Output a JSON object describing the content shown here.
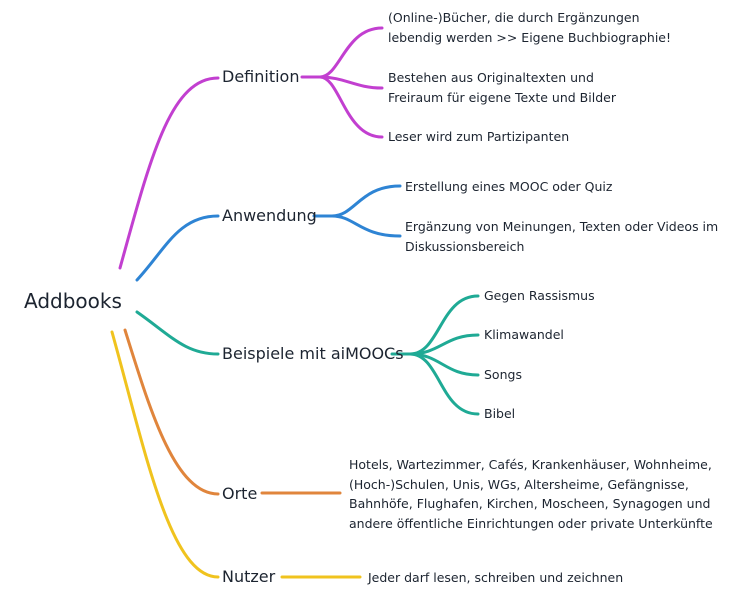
{
  "root": {
    "label": "Addbooks"
  },
  "branches": [
    {
      "label": "Definition",
      "color": "#c23fd0",
      "leaves": [
        [
          "(Online-)Bücher, die durch Ergänzungen",
          "lebendig werden >> Eigene Buchbiographie!"
        ],
        [
          "Bestehen aus Originaltexten und",
          "Freiraum für eigene Texte und Bilder"
        ],
        [
          "Leser wird zum Partizipanten"
        ]
      ]
    },
    {
      "label": "Anwendung",
      "color": "#2e84d4",
      "leaves": [
        [
          "Erstellung eines MOOC oder Quiz"
        ],
        [
          "Ergänzung von Meinungen, Texten oder Videos im",
          "Diskussionsbereich"
        ]
      ]
    },
    {
      "label": "Beispiele mit aiMOOCs",
      "color": "#1faa95",
      "leaves": [
        [
          "Gegen Rassismus"
        ],
        [
          "Klimawandel"
        ],
        [
          "Songs"
        ],
        [
          "Bibel"
        ]
      ]
    },
    {
      "label": "Orte",
      "color": "#e0853c",
      "leaves": [
        [
          "Hotels, Wartezimmer, Cafés, Krankenhäuser, Wohnheime,",
          "(Hoch-)Schulen, Unis, WGs, Altersheime, Gefängnisse,",
          "Bahnhöfe, Flughafen, Kirchen, Moscheen, Synagogen und",
          "andere öffentliche Einrichtungen oder private Unterkünfte"
        ]
      ]
    },
    {
      "label": "Nutzer",
      "color": "#f0c31e",
      "leaves": [
        [
          "Jeder darf lesen, schreiben und zeichnen"
        ]
      ]
    }
  ]
}
